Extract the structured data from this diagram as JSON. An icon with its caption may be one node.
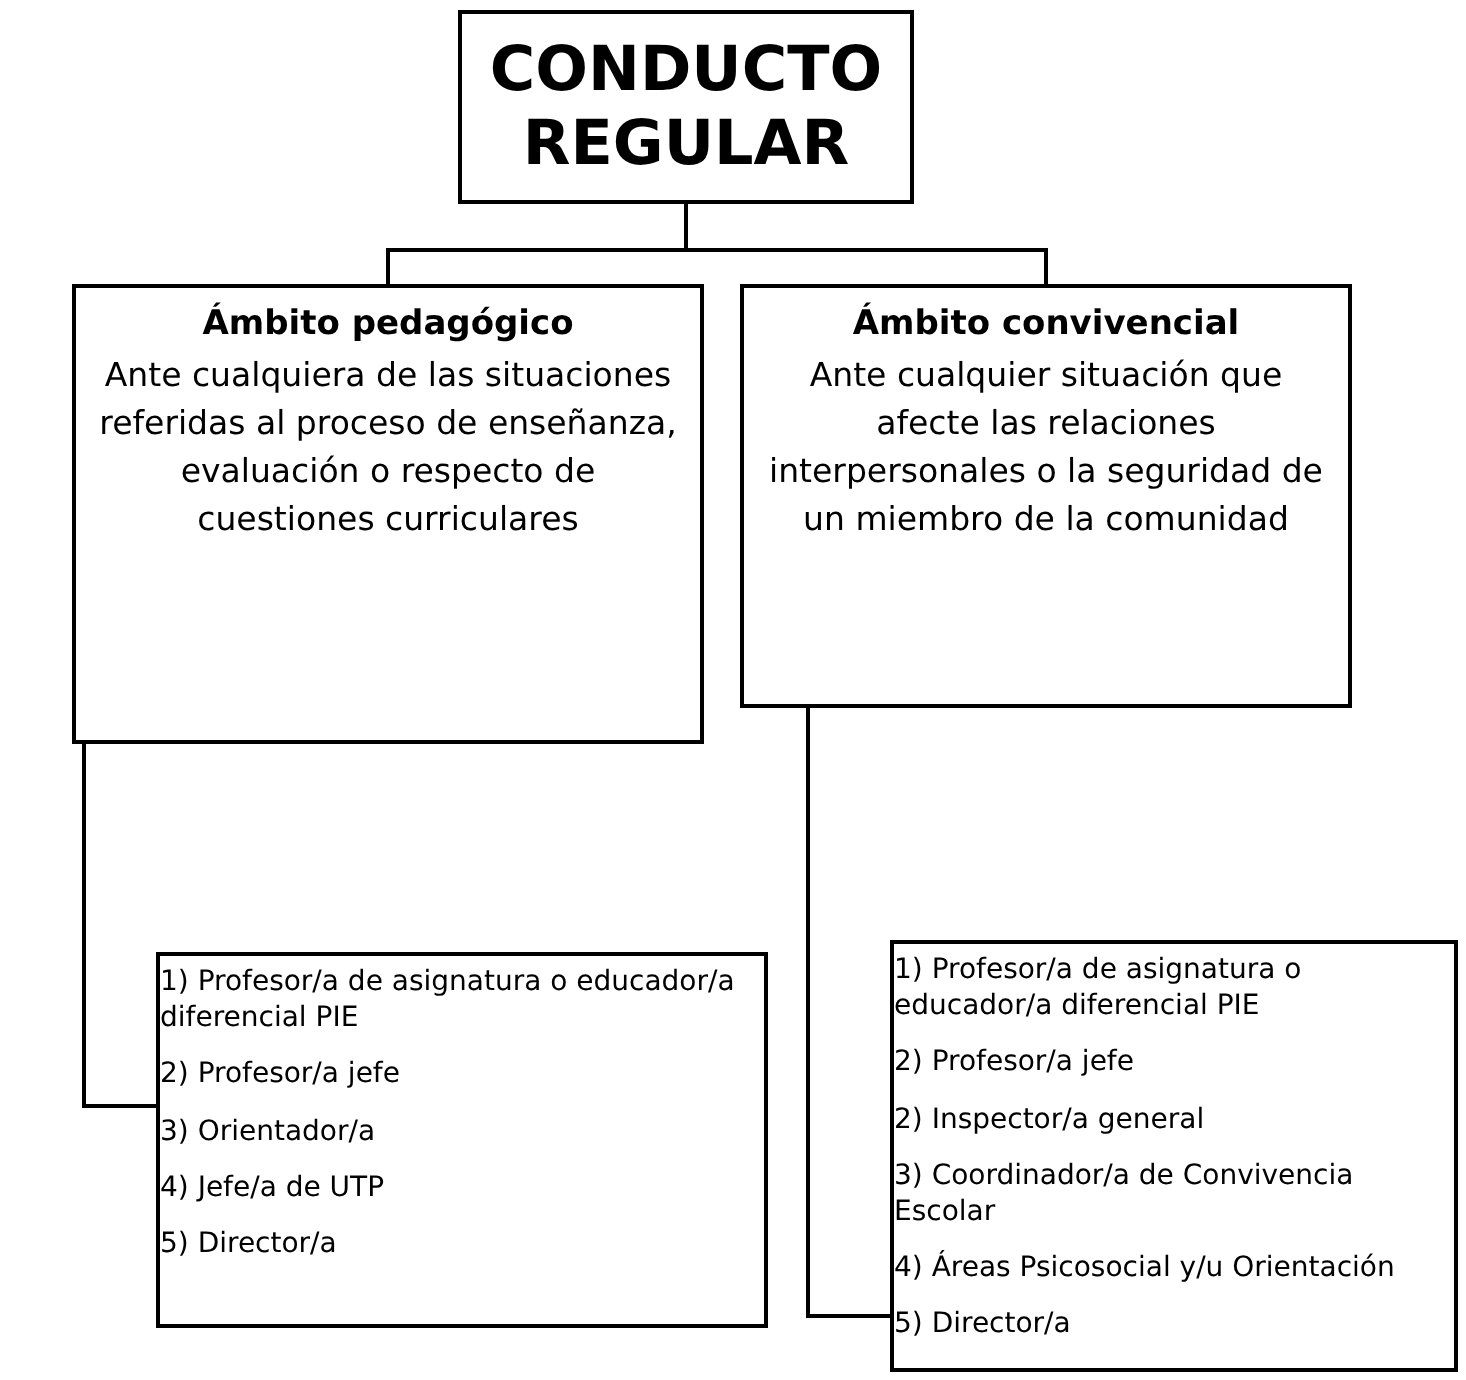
{
  "diagram": {
    "nodes": [
      {
        "text": [
          "CONDUCTO REGULAR"
        ]
      },
      {
        "text": [
          "Ámbito pedagógico",
          "Ante cualquiera de las situaciones referidas al proceso de enseñanza, evaluación o respecto de cuestiones curriculares"
        ]
      },
      {
        "text": [
          "Ámbito convivencial",
          "Ante cualquier situación que afecte las relaciones interpersonales o la seguridad de un miembro de la comunidad"
        ]
      },
      {
        "text": [
          "1) Profesor/a de asignatura o educador/a diferencial PIE",
          "2) Profesor/a jefe",
          "3) Orientador/a",
          "4) Jefe/a de UTP",
          "5) Director/a"
        ]
      },
      {
        "text": [
          "1) Profesor/a de asignatura o educador/a diferencial PIE",
          "2) Profesor/a jefe",
          "2) Inspector/a general",
          "3) Coordinador/a de Convivencia Escolar",
          "4) Áreas Psicosocial y/u Orientación",
          "5) Director/a"
        ]
      }
    ],
    "edges": [
      {
        "from": 0,
        "to": 1,
        "arrow": "none"
      },
      {
        "from": 0,
        "to": 2,
        "arrow": "none"
      },
      {
        "from": 1,
        "to": 3,
        "arrow": "none"
      },
      {
        "from": 2,
        "to": 4,
        "arrow": "none"
      }
    ]
  }
}
